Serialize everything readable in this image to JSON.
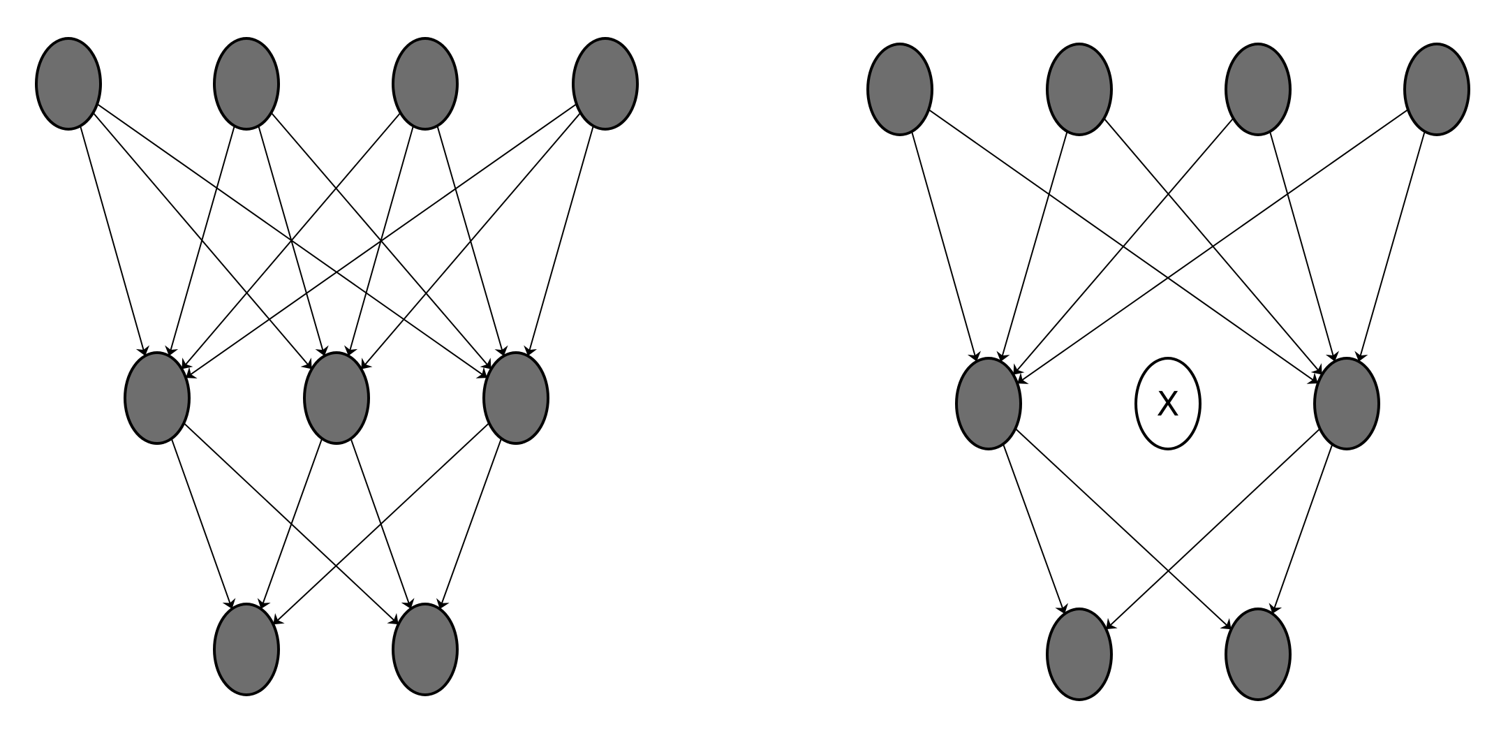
{
  "colors": {
    "active_node": "#6e6e6e",
    "stroke": "#000000",
    "dropped_node": "#ffffff",
    "background": "#ffffff"
  },
  "networks": [
    {
      "id": "standard-network",
      "layers": [
        {
          "name": "input-layer",
          "nodes": [
            {
              "state": "active"
            },
            {
              "state": "active"
            },
            {
              "state": "active"
            },
            {
              "state": "active"
            }
          ]
        },
        {
          "name": "hidden-layer",
          "nodes": [
            {
              "state": "active"
            },
            {
              "state": "active"
            },
            {
              "state": "active"
            }
          ]
        },
        {
          "name": "output-layer",
          "nodes": [
            {
              "state": "active"
            },
            {
              "state": "active"
            }
          ]
        }
      ]
    },
    {
      "id": "dropout-network",
      "layers": [
        {
          "name": "input-layer",
          "nodes": [
            {
              "state": "active"
            },
            {
              "state": "active"
            },
            {
              "state": "active"
            },
            {
              "state": "active"
            }
          ]
        },
        {
          "name": "hidden-layer",
          "nodes": [
            {
              "state": "active"
            },
            {
              "state": "dropped",
              "label": "X"
            },
            {
              "state": "active"
            }
          ]
        },
        {
          "name": "output-layer",
          "nodes": [
            {
              "state": "active"
            },
            {
              "state": "active"
            }
          ]
        }
      ]
    }
  ]
}
